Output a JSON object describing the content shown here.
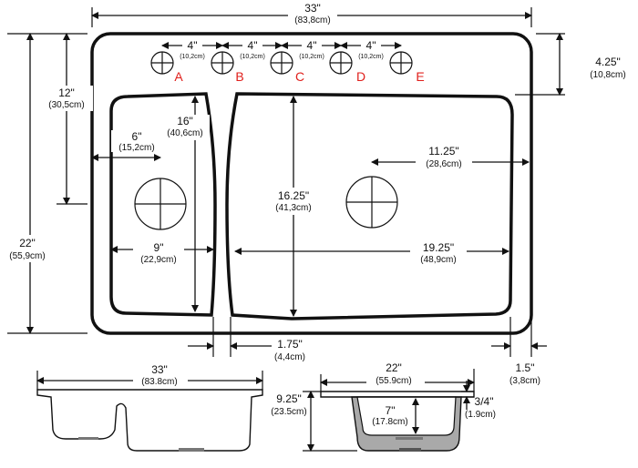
{
  "top_view": {
    "width": {
      "in": "33\"",
      "cm": "(83,8cm)"
    },
    "height": {
      "in": "22\"",
      "cm": "(55,9cm)"
    },
    "left_drain_top": {
      "in": "12\"",
      "cm": "(30,5cm)"
    },
    "left_bowl_height": {
      "in": "16\"",
      "cm": "(40,6cm)"
    },
    "left_drain_side": {
      "in": "6\"",
      "cm": "(15,2cm)"
    },
    "left_bowl_width": {
      "in": "9\"",
      "cm": "(22,9cm)"
    },
    "right_bowl_height": {
      "in": "16.25\"",
      "cm": "(41,3cm)"
    },
    "right_drain_side": {
      "in": "11.25\"",
      "cm": "(28,6cm)"
    },
    "right_bowl_width": {
      "in": "19.25\"",
      "cm": "(48,9cm)"
    },
    "faucet_row": {
      "in": "4.25\"",
      "cm": "(10,8cm)"
    },
    "divider": {
      "in": "1.75\"",
      "cm": "(4,4cm)"
    },
    "rim": {
      "in": "1.5\"",
      "cm": "(3,8cm)"
    },
    "hole_spacing": [
      {
        "in": "4\"",
        "cm": "(10,2cm)"
      },
      {
        "in": "4\"",
        "cm": "(10,2cm)"
      },
      {
        "in": "4\"",
        "cm": "(10,2cm)"
      },
      {
        "in": "4\"",
        "cm": "(10,2cm)"
      }
    ],
    "holes": [
      "A",
      "B",
      "C",
      "D",
      "E"
    ]
  },
  "front_view": {
    "width": {
      "in": "33\"",
      "cm": "(83.8cm)"
    }
  },
  "side_view": {
    "width": {
      "in": "22\"",
      "cm": "(55.9cm)"
    },
    "depth": {
      "in": "9.25\"",
      "cm": "(23.5cm)"
    },
    "inner": {
      "in": "7\"",
      "cm": "(17.8cm)"
    },
    "lip": {
      "in": "3/4\"",
      "cm": "(1.9cm)"
    }
  },
  "colors": {
    "ink": "#111111",
    "hole_label": "#e0201c",
    "basin_fill": "#a9a9a9"
  }
}
